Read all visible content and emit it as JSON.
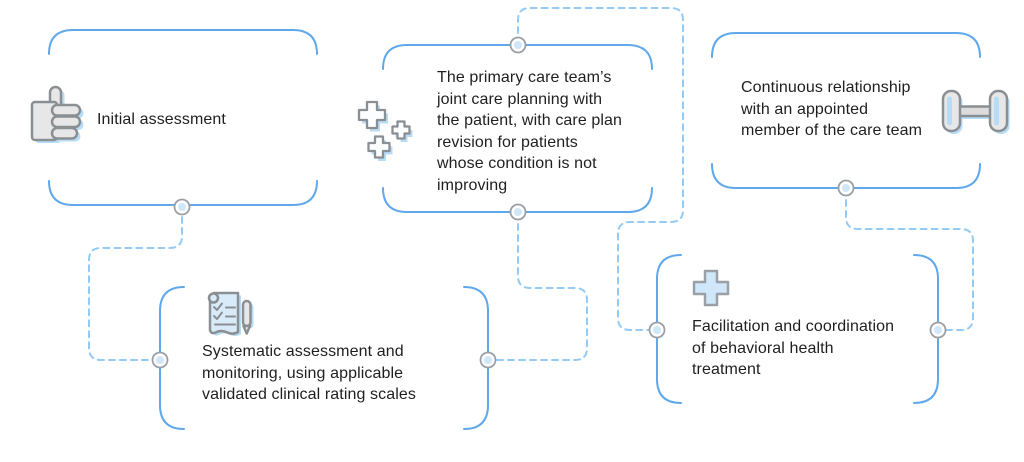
{
  "colors": {
    "background": "#ffffff",
    "box_border": "#5fa8ec",
    "connector": "#94cbf4",
    "node_ring": "#9aa0a6",
    "node_fill": "#cfe7f8",
    "text": "#1f1f1f",
    "icon_stroke": "#8a8f94",
    "icon_fill": "#e7e7e7",
    "icon_accent": "#b7dcf5",
    "icon_paper": "#d9eaf8"
  },
  "nodes": [
    {
      "id": "initial-assessment",
      "icon": "thumbs-up-icon",
      "lines": [
        "Initial assessment"
      ]
    },
    {
      "id": "joint-care-planning",
      "icon": "plus-cluster-icon",
      "lines": [
        "The primary care team’s",
        "joint care planning with",
        "the patient, with care plan",
        "revision for patients",
        "whose condition is not",
        "improving"
      ]
    },
    {
      "id": "continuous-relationship",
      "icon": "dumbbell-icon",
      "lines": [
        "Continuous relationship",
        "with an appointed",
        "member of the care team"
      ]
    },
    {
      "id": "systematic-assessment",
      "icon": "checklist-pen-icon",
      "lines": [
        "Systematic assessment and",
        "monitoring, using applicable",
        "validated clinical rating scales"
      ]
    },
    {
      "id": "facilitation-coordination",
      "icon": "plus-icon",
      "lines": [
        "Facilitation and coordination",
        "of behavioral health",
        "treatment"
      ]
    }
  ]
}
